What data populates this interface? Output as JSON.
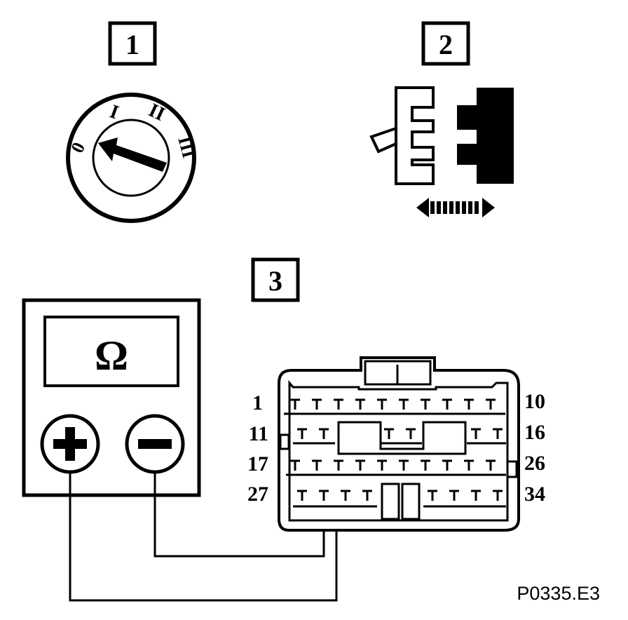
{
  "steps": {
    "step1": "1",
    "step2": "2",
    "step3": "3"
  },
  "ignition_switch": {
    "positions": [
      "0",
      "I",
      "II",
      "III"
    ]
  },
  "meter": {
    "unit_symbol": "Ω",
    "positive_symbol": "+",
    "negative_symbol": "−"
  },
  "connector": {
    "pin_labels": {
      "row1_left": "1",
      "row1_right": "10",
      "row2_left": "11",
      "row2_right": "16",
      "row3_left": "17",
      "row3_right": "26",
      "row4_left": "27",
      "row4_right": "34"
    }
  },
  "figure_code": "P0335.E3",
  "colors": {
    "ink": "#000000",
    "paper": "#ffffff"
  }
}
